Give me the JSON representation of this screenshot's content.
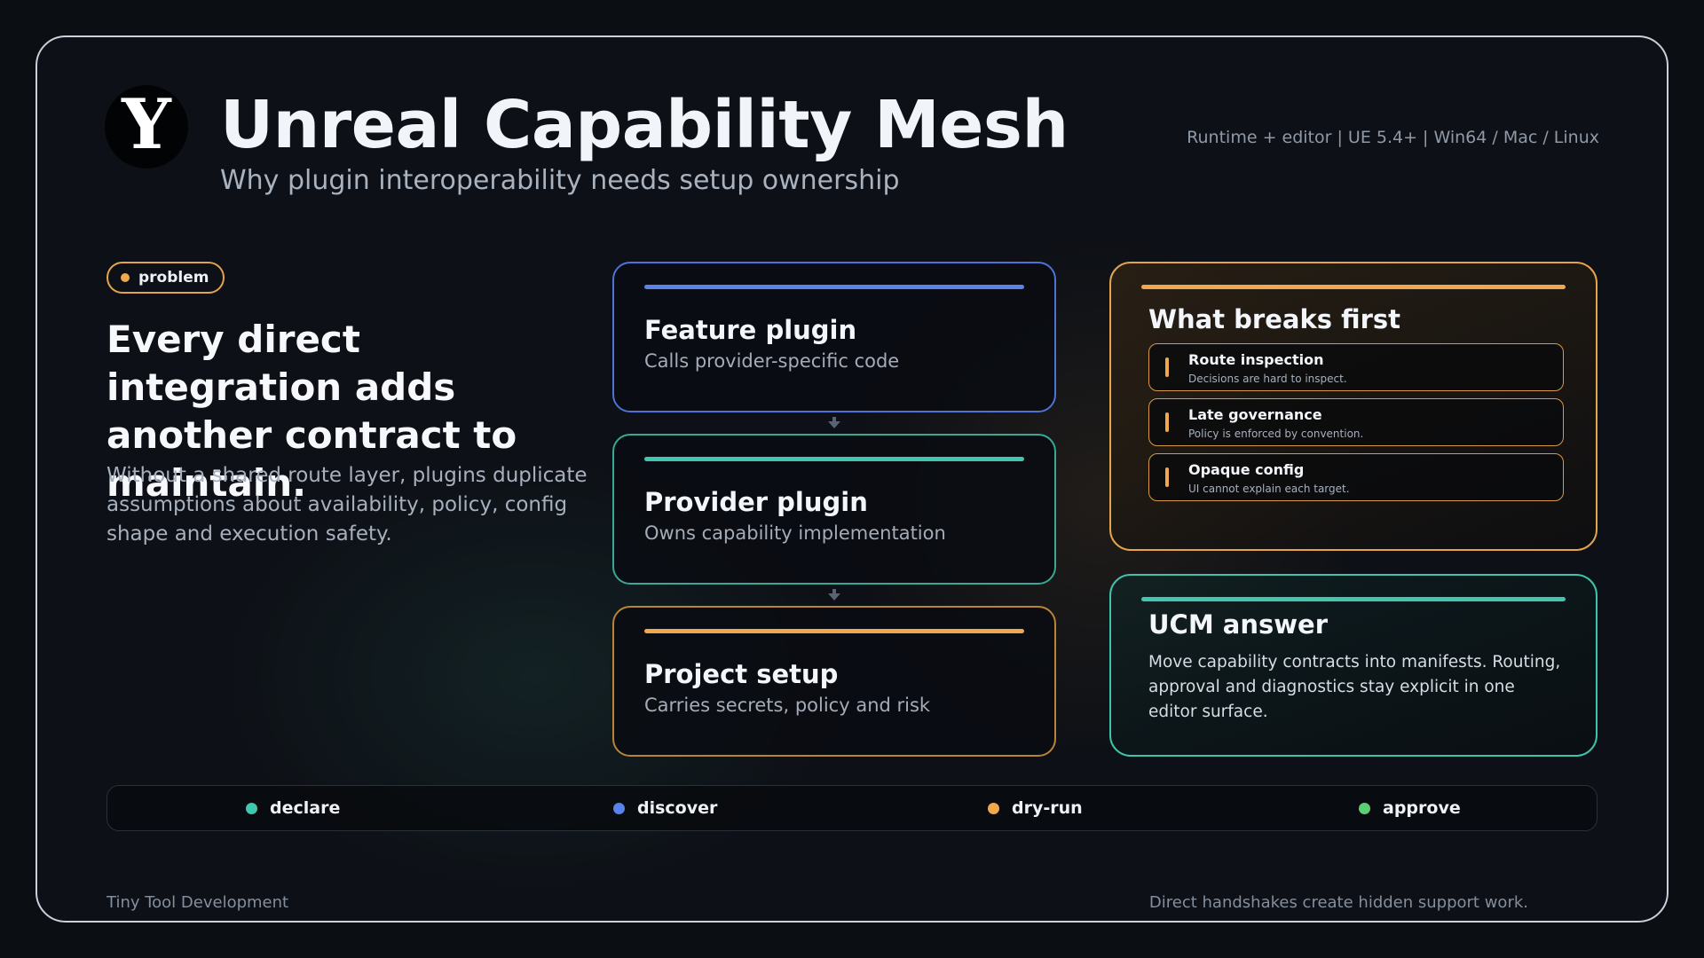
{
  "header": {
    "logo_letter": "Y",
    "title": "Unreal Capability Mesh",
    "subtitle": "Why plugin interoperability needs setup ownership",
    "meta": "Runtime + editor  |  UE 5.4+  |  Win64 / Mac / Linux"
  },
  "problem": {
    "tag": "problem",
    "tag_color": "#f0a84f",
    "headline": "Every direct integration adds another contract to maintain.",
    "body": "Without a shared route layer, plugins duplicate assumptions about availability, policy, config shape and execution safety."
  },
  "flow": [
    {
      "name": "Feature plugin",
      "desc": "Calls provider-specific code",
      "accent": "#5b82ea"
    },
    {
      "name": "Provider plugin",
      "desc": "Owns capability implementation",
      "accent": "#41c7ad"
    },
    {
      "name": "Project setup",
      "desc": "Carries secrets, policy and risk",
      "accent": "#f0a84f"
    }
  ],
  "breaks": {
    "title": "What breaks first",
    "items": [
      {
        "title": "Route inspection",
        "desc": "Decisions are hard to inspect."
      },
      {
        "title": "Late governance",
        "desc": "Policy is enforced by convention."
      },
      {
        "title": "Opaque config",
        "desc": "UI cannot explain each target."
      }
    ]
  },
  "answer": {
    "title": "UCM answer",
    "text": "Move capability contracts into manifests. Routing, approval and diagnostics stay explicit in one editor surface."
  },
  "steps": [
    {
      "label": "declare",
      "color": "#41c7ad"
    },
    {
      "label": "discover",
      "color": "#5b82ea"
    },
    {
      "label": "dry-run",
      "color": "#f0a84f"
    },
    {
      "label": "approve",
      "color": "#5ccf72"
    }
  ],
  "footer": {
    "left": "Tiny Tool Development",
    "right": "Direct handshakes create hidden support work."
  }
}
